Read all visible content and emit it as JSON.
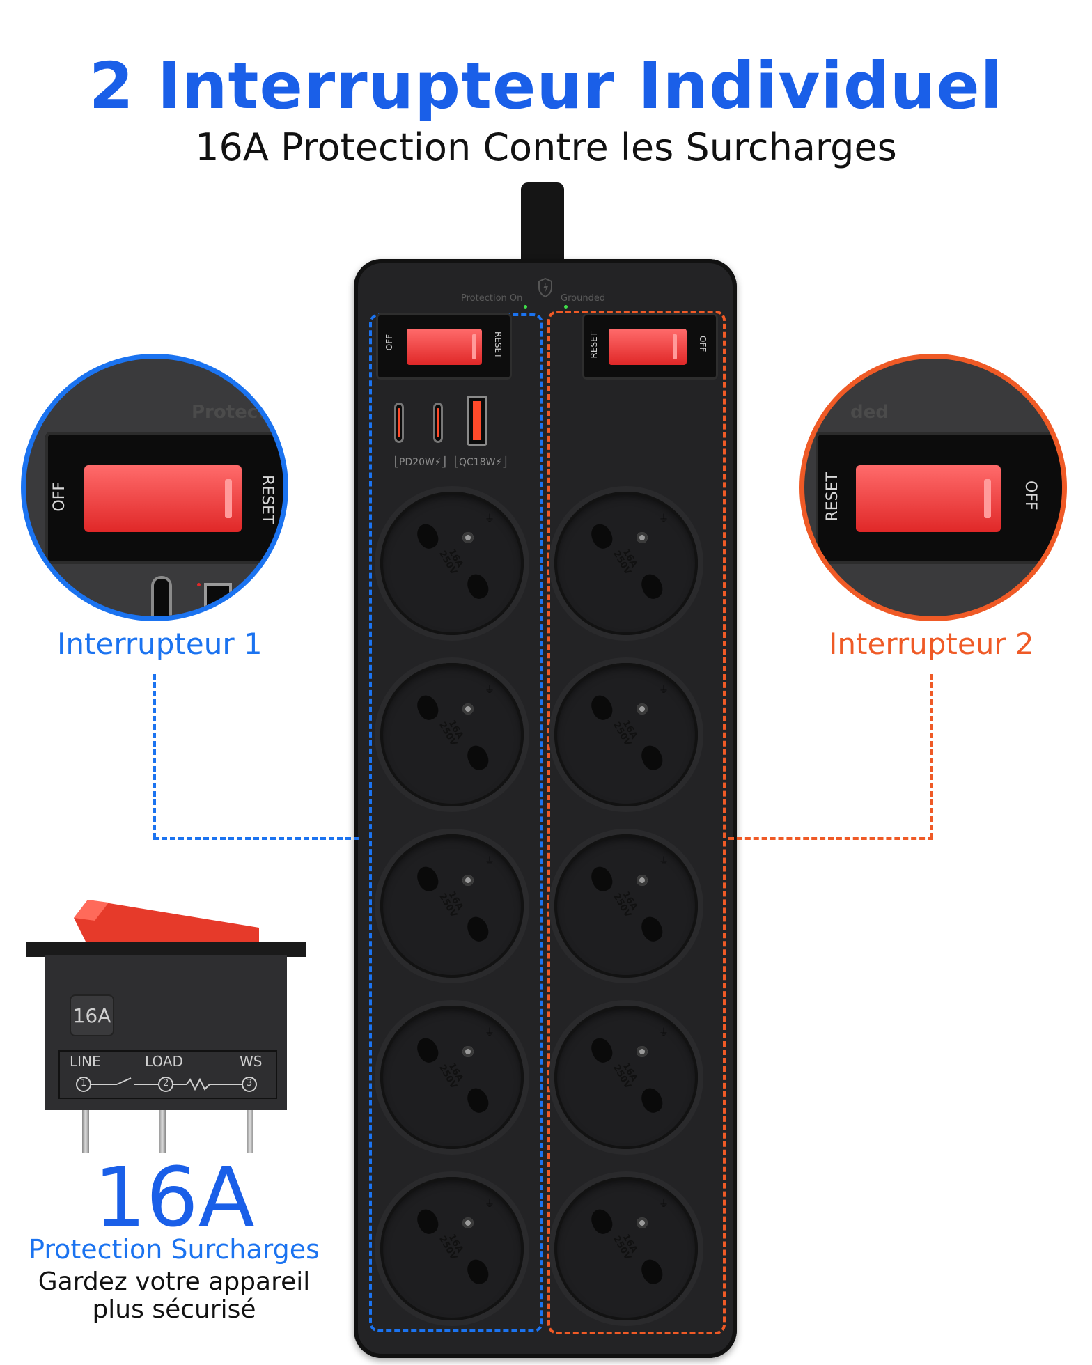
{
  "header": {
    "title": "2 Interrupteur Individuel",
    "subtitle": "16A Protection Contre les Surcharges"
  },
  "strip": {
    "protection_label": "Protection On",
    "grounded_label": "Grounded",
    "switch_left": {
      "off": "OFF",
      "reset": "RESET"
    },
    "switch_right": {
      "reset": "RESET",
      "off": "OFF"
    },
    "usb": {
      "pd_label": "PD20W",
      "qc_label": "QC18W"
    },
    "outlet_rating_a": "16A",
    "outlet_rating_v": "250V"
  },
  "callouts": {
    "left": {
      "label": "Interrupteur 1",
      "zoom_off": "OFF",
      "zoom_reset": "RESET",
      "zoom_top": "Protecti"
    },
    "right": {
      "label": "Interrupteur 2",
      "zoom_reset": "RESET",
      "zoom_off": "OFF",
      "zoom_top": "ded"
    }
  },
  "breaker": {
    "rating_badge": "16A",
    "line_label": "LINE",
    "load_label": "LOAD",
    "ws_label": "WS",
    "pin1": "1",
    "pin2": "2",
    "pin3": "3"
  },
  "bottom_left": {
    "big": "16A",
    "headline": "Protection Surcharges",
    "line1": "Gardez votre appareil",
    "line2": "plus sécurisé"
  },
  "colors": {
    "blue": "#1b73f0",
    "orange": "#ef5a26",
    "red_switch": "#ff4a4a",
    "strip": "#232325"
  }
}
